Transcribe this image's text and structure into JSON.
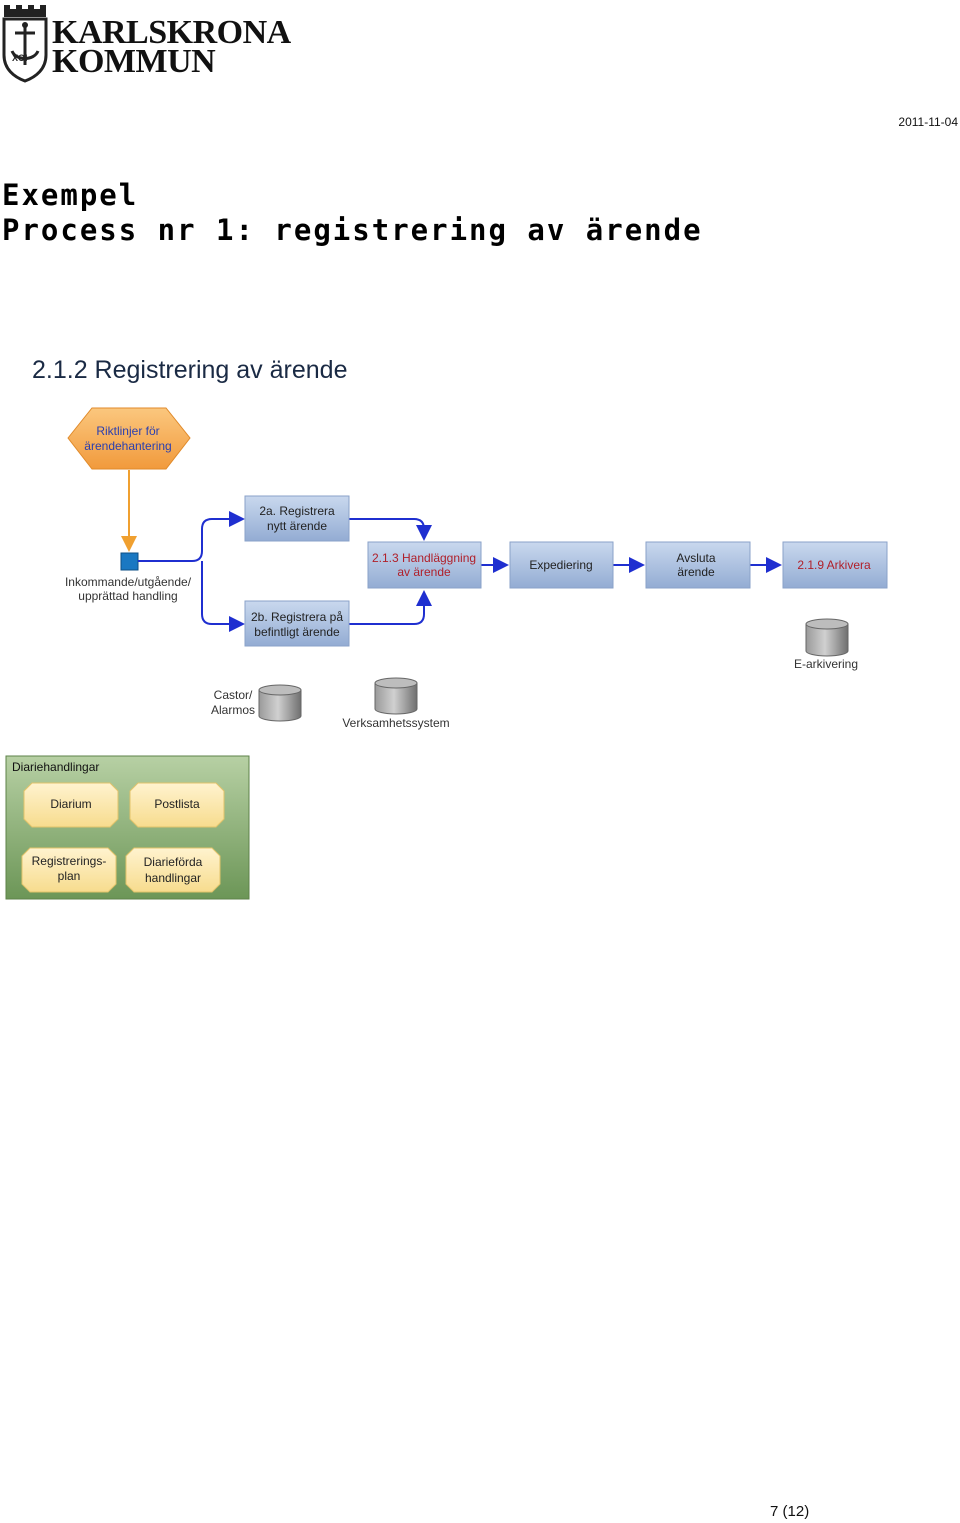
{
  "header": {
    "logo_line1": "KARLSKRONA",
    "logo_line2": "KOMMUN",
    "date": "2011-11-04"
  },
  "title": {
    "line1": "Exempel",
    "line2": "Process nr 1: registrering av ärende"
  },
  "diagram": {
    "heading": "2.1.2 Registrering av ärende",
    "guidelines": [
      "Riktlinjer för",
      "ärendehantering"
    ],
    "start_label": [
      "Inkommande/utgående/",
      "upprättad handling"
    ],
    "step_2a": [
      "2a. Registrera",
      "nytt ärende"
    ],
    "step_2b": [
      "2b. Registrera på",
      "befintligt ärende"
    ],
    "step_213": [
      "2.1.3 Handläggning",
      "av ärende"
    ],
    "step_expediering": "Expediering",
    "step_avsluta": [
      "Avsluta",
      "ärende"
    ],
    "step_219": "2.1.9 Arkivera",
    "system_castor": [
      "Castor/",
      "Alarmos"
    ],
    "system_verksamhet": "Verksamhetssystem",
    "system_earkiv": "E-arkivering",
    "group_title": "Diariehandlingar",
    "group_items": {
      "diarium": "Diarium",
      "postlista": "Postlista",
      "registreringsplan": [
        "Registrerings-",
        "plan"
      ],
      "diareforda": [
        "Diarieförda",
        "handlingar"
      ]
    }
  },
  "footer": {
    "page": "7 (12)"
  },
  "colors": {
    "process_box": "#a9bfdf",
    "arrow": "#1f2fd0",
    "guideline_fill": "#f6a84a",
    "group_fill": "#7fa56c",
    "group_item_fill": "#fbe6a8",
    "link_red": "#b0202a"
  }
}
